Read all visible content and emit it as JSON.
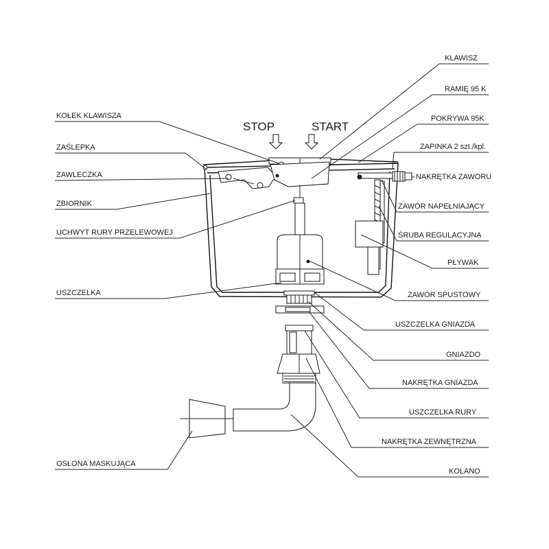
{
  "stop_label": "STOP",
  "start_label": "START",
  "labels_left": [
    {
      "key": "kolek_klawisza",
      "text": "KOŁEK KLAWISZA"
    },
    {
      "key": "zaslepka",
      "text": "ZAŚLEPKA"
    },
    {
      "key": "zawleczka",
      "text": "ZAWLECZKA"
    },
    {
      "key": "zbiornik",
      "text": "ZBIORNIK"
    },
    {
      "key": "uchwyt_rury",
      "text": "UCHWYT RURY PRZELEWOWEJ"
    },
    {
      "key": "uszczelka",
      "text": "USZCZELKA"
    },
    {
      "key": "oslona",
      "text": "OSŁONA MASKUJĄCA"
    }
  ],
  "labels_right": [
    {
      "key": "klawisz",
      "text": "KLAWISZ"
    },
    {
      "key": "ramie",
      "text": "RAMIĘ 95 K"
    },
    {
      "key": "pokrywa",
      "text": "POKRYWA 95K"
    },
    {
      "key": "zapinka",
      "text": "ZAPINKA 2 szt./kpl."
    },
    {
      "key": "nakretka_zaworu",
      "text": "NAKRĘTKA ZAWORU"
    },
    {
      "key": "zawor_napelniajacy",
      "text": "ZAWÓR  NAPEŁNIAJĄCY"
    },
    {
      "key": "sruba",
      "text": "ŚRUBA REGULACYJNA"
    },
    {
      "key": "plywak",
      "text": "PŁYWAK"
    },
    {
      "key": "zawor_spustowy",
      "text": "ZAWÓR SPUSTOWY"
    },
    {
      "key": "uszczelka_gniazda",
      "text": "USZCZELKA GNIAZDA"
    },
    {
      "key": "gniazdo",
      "text": "GNIAZDO"
    },
    {
      "key": "nakretka_gniazda",
      "text": "NAKRĘTKA GNIAZDA"
    },
    {
      "key": "uszczelka_rury",
      "text": "USZCZELKA RURY"
    },
    {
      "key": "nakretka_zewnetrzna",
      "text": "NAKRĘTKA ZEWNĘTRZNA"
    },
    {
      "key": "kolano",
      "text": "KOLANO"
    }
  ]
}
